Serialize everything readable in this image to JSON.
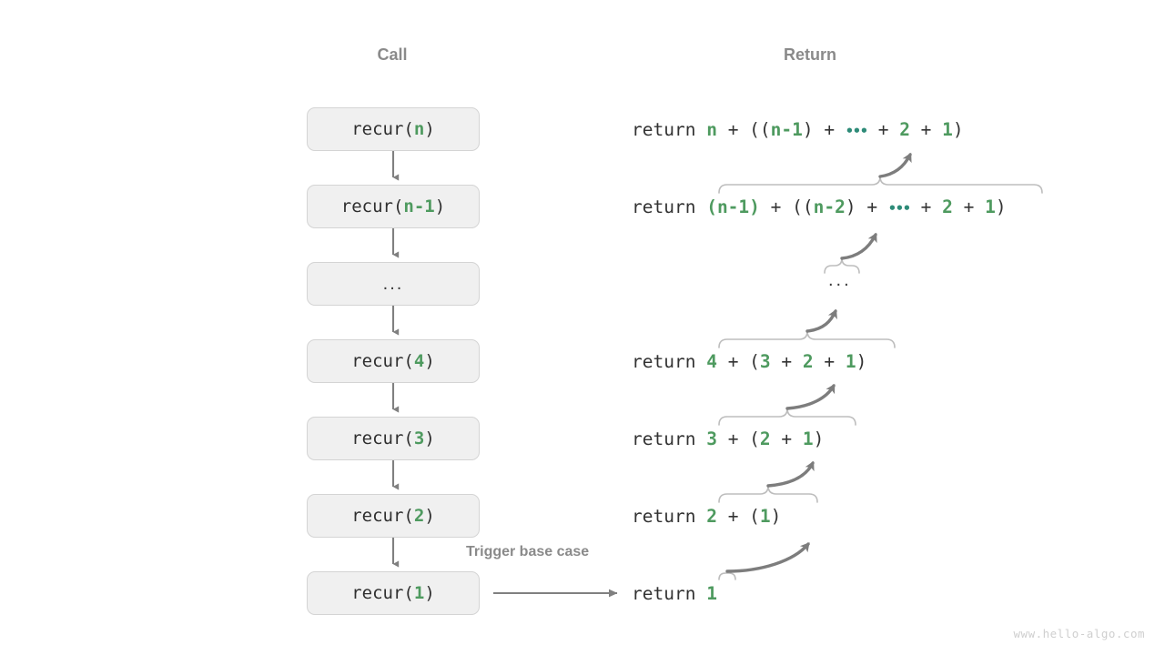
{
  "headers": {
    "call": "Call",
    "return": "Return"
  },
  "colors": {
    "green": "#4e9a5f",
    "teal": "#2e8b78",
    "box_fill": "#f0f0f0",
    "box_border": "#d4d4d4",
    "text": "#333333",
    "header_gray": "#8a8a8a",
    "arrow_gray": "#808080",
    "brace_gray": "#bdbdbd",
    "watermark_gray": "#cfcfcf"
  },
  "call_stack": [
    {
      "label": "recur(n)",
      "fn": "recur(",
      "arg": "n",
      "close": ")",
      "is_dots": false
    },
    {
      "label": "recur(n-1)",
      "fn": "recur(",
      "arg": "n-1",
      "close": ")",
      "is_dots": false
    },
    {
      "label": "...",
      "fn": "",
      "arg": "",
      "close": "",
      "is_dots": true
    },
    {
      "label": "recur(4)",
      "fn": "recur(",
      "arg": "4",
      "close": ")",
      "is_dots": false
    },
    {
      "label": "recur(3)",
      "fn": "recur(",
      "arg": "3",
      "close": ")",
      "is_dots": false
    },
    {
      "label": "recur(2)",
      "fn": "recur(",
      "arg": "2",
      "close": ")",
      "is_dots": false
    },
    {
      "label": "recur(1)",
      "fn": "recur(",
      "arg": "1",
      "close": ")",
      "is_dots": false
    }
  ],
  "returns": [
    {
      "keyword": "return",
      "expression": "n + ((n-1) + … + 2 + 1)"
    },
    {
      "keyword": "return",
      "expression": "(n-1) + ((n-2) + … + 2 + 1)"
    },
    {
      "keyword": "",
      "expression": "..."
    },
    {
      "keyword": "return",
      "expression": "4 + (3 + 2 + 1)"
    },
    {
      "keyword": "return",
      "expression": "3 + (2 + 1)"
    },
    {
      "keyword": "return",
      "expression": "2 + (1)"
    },
    {
      "keyword": "return",
      "expression": "1"
    }
  ],
  "annotations": {
    "trigger_base_case": "Trigger base case"
  },
  "watermark": "www.hello-algo.com"
}
